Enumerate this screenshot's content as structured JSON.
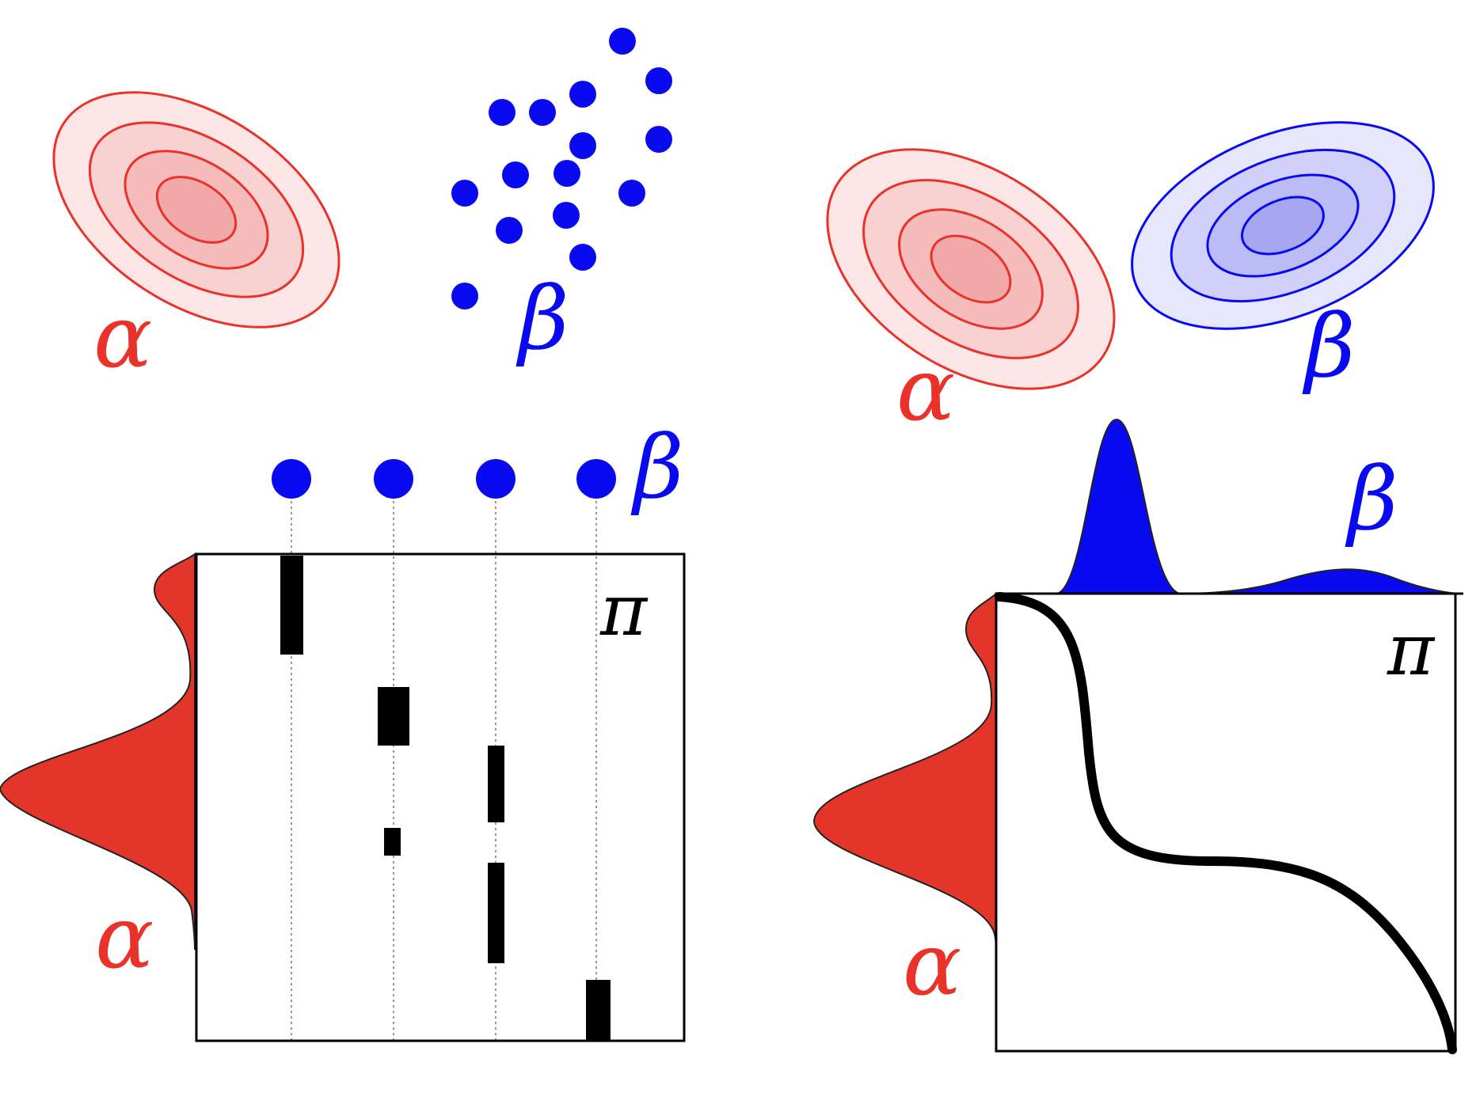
{
  "labels": {
    "alpha": "α",
    "beta": "β",
    "pi": "π"
  },
  "colors": {
    "red": "#e8322a",
    "red_fill": "#e3352a",
    "blue": "#0a0af0",
    "black": "#000000"
  },
  "panels": [
    {
      "id": "discrete-to-semidiscrete",
      "alpha": "gaussian",
      "beta": "point-cloud"
    },
    {
      "id": "continuous-to-continuous",
      "alpha": "gaussian",
      "beta": "gaussian"
    },
    {
      "id": "semi-discrete-coupling",
      "alpha": "bimodal-density",
      "beta": "4 diracs"
    },
    {
      "id": "continuous-coupling",
      "alpha": "bimodal-density",
      "beta": "bimodal-density"
    }
  ]
}
